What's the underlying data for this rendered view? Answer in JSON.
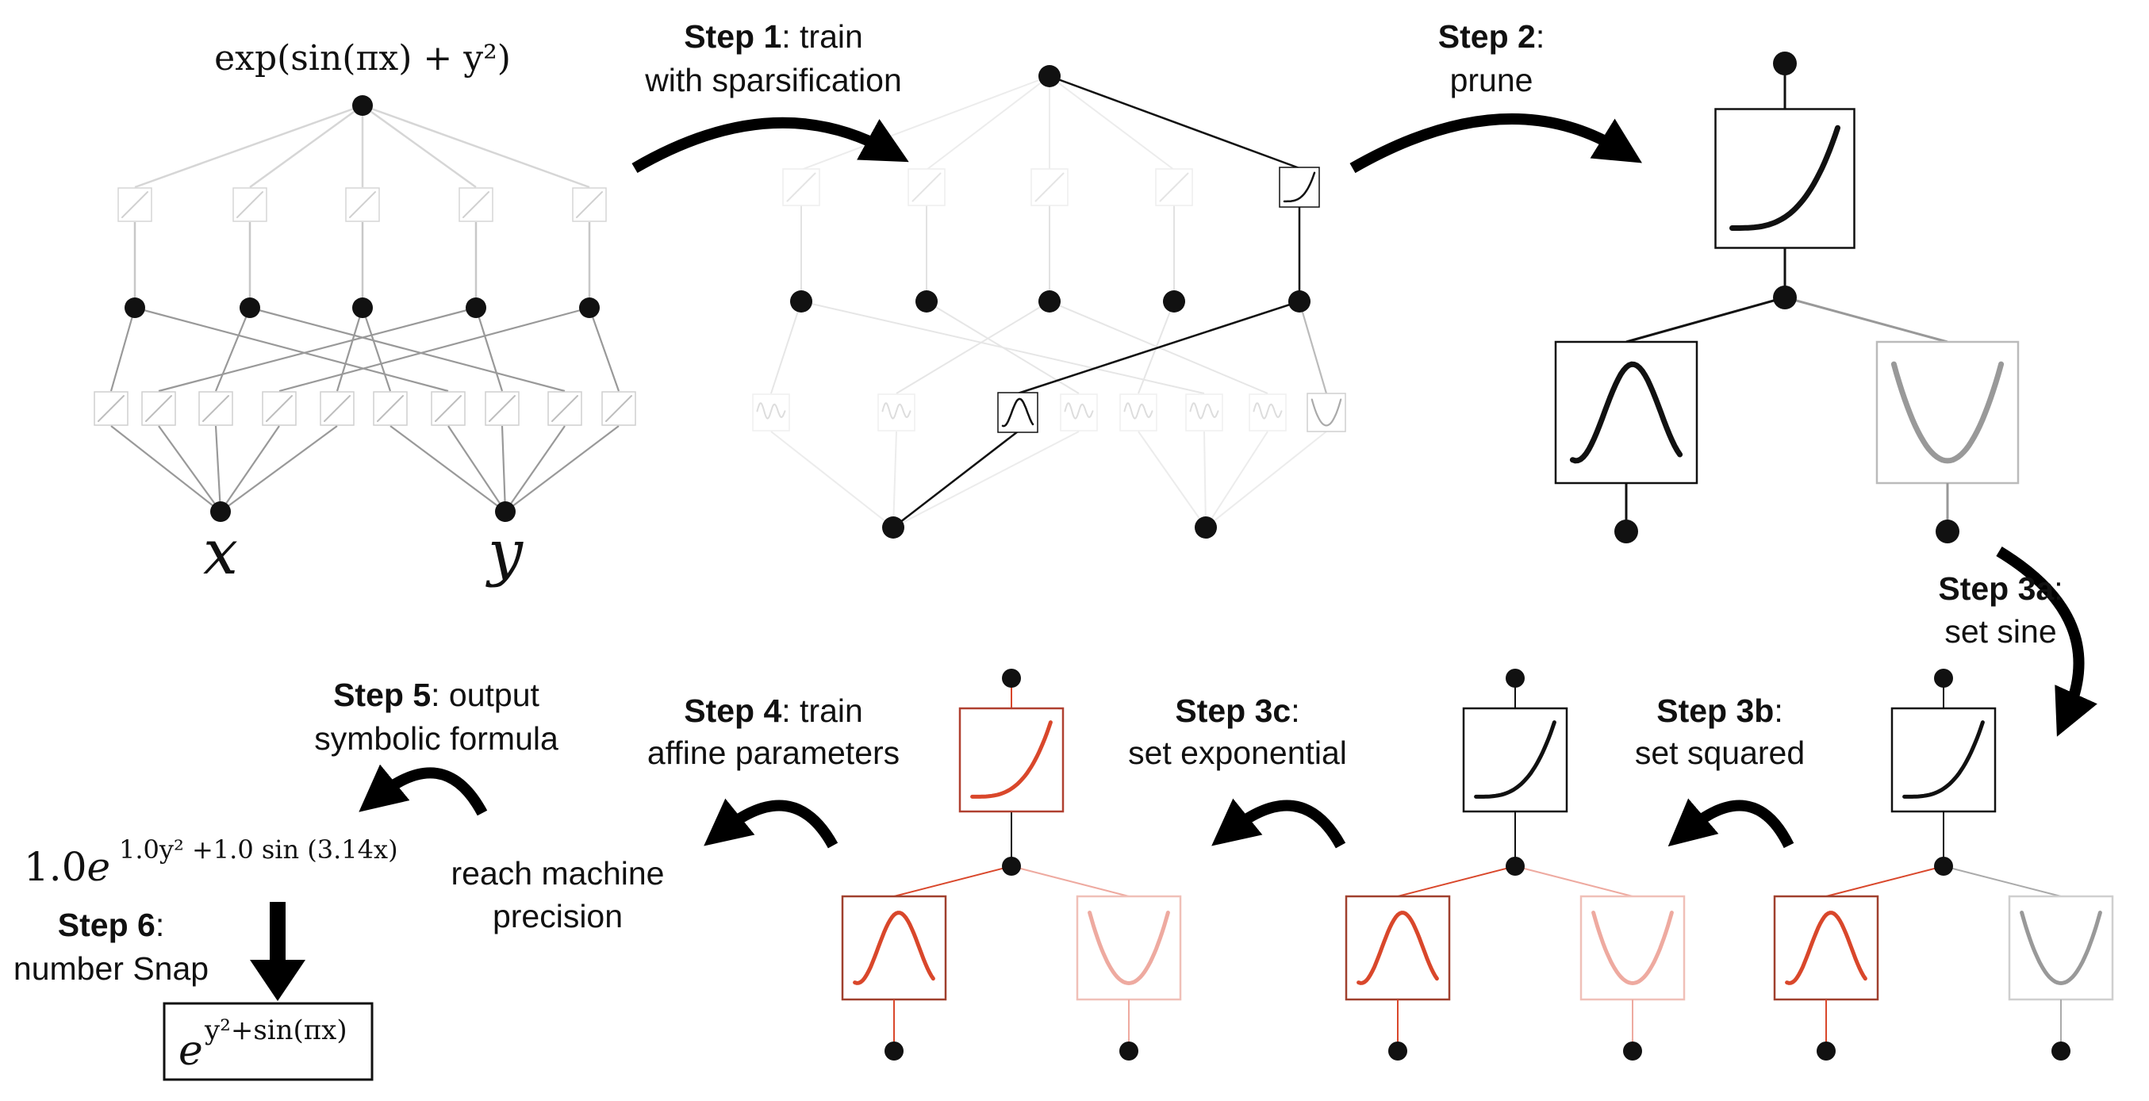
{
  "title_formula": "exp(sin(πx) + y²)",
  "inputs": {
    "x": "x",
    "y": "y"
  },
  "steps": {
    "step1": {
      "bold": "Step 1",
      "rest": ": train",
      "line2": "with sparsification"
    },
    "step2": {
      "bold": "Step 2",
      "rest": ":",
      "line2": "prune"
    },
    "step3a": {
      "bold": "Step 3a",
      "rest": ":",
      "line2": "set sine"
    },
    "step3b": {
      "bold": "Step 3b",
      "rest": ":",
      "line2": "set squared"
    },
    "step3c": {
      "bold": "Step 3c",
      "rest": ":",
      "line2": "set exponential"
    },
    "step4": {
      "bold": "Step 4",
      "rest": ": train",
      "line2": "affine parameters"
    },
    "step5": {
      "bold": "Step 5",
      "rest": ": output",
      "line2": "symbolic formula"
    },
    "step6": {
      "bold": "Step 6",
      "rest": ":",
      "line2": "number Snap"
    }
  },
  "precision": {
    "line1": "reach machine",
    "line2": "precision"
  },
  "formula_raw": {
    "coef": "1.0",
    "base": "e",
    "exponent": "1.0y² +1.0 sin (3.14x)"
  },
  "formula_final": {
    "base": "e",
    "exponent": "y²+sin(πx)"
  },
  "colors": {
    "red": "#d9472b",
    "pink": "#eeaaa0",
    "gray": "#999999",
    "black": "#111111",
    "faint": "#d4d4d4"
  }
}
